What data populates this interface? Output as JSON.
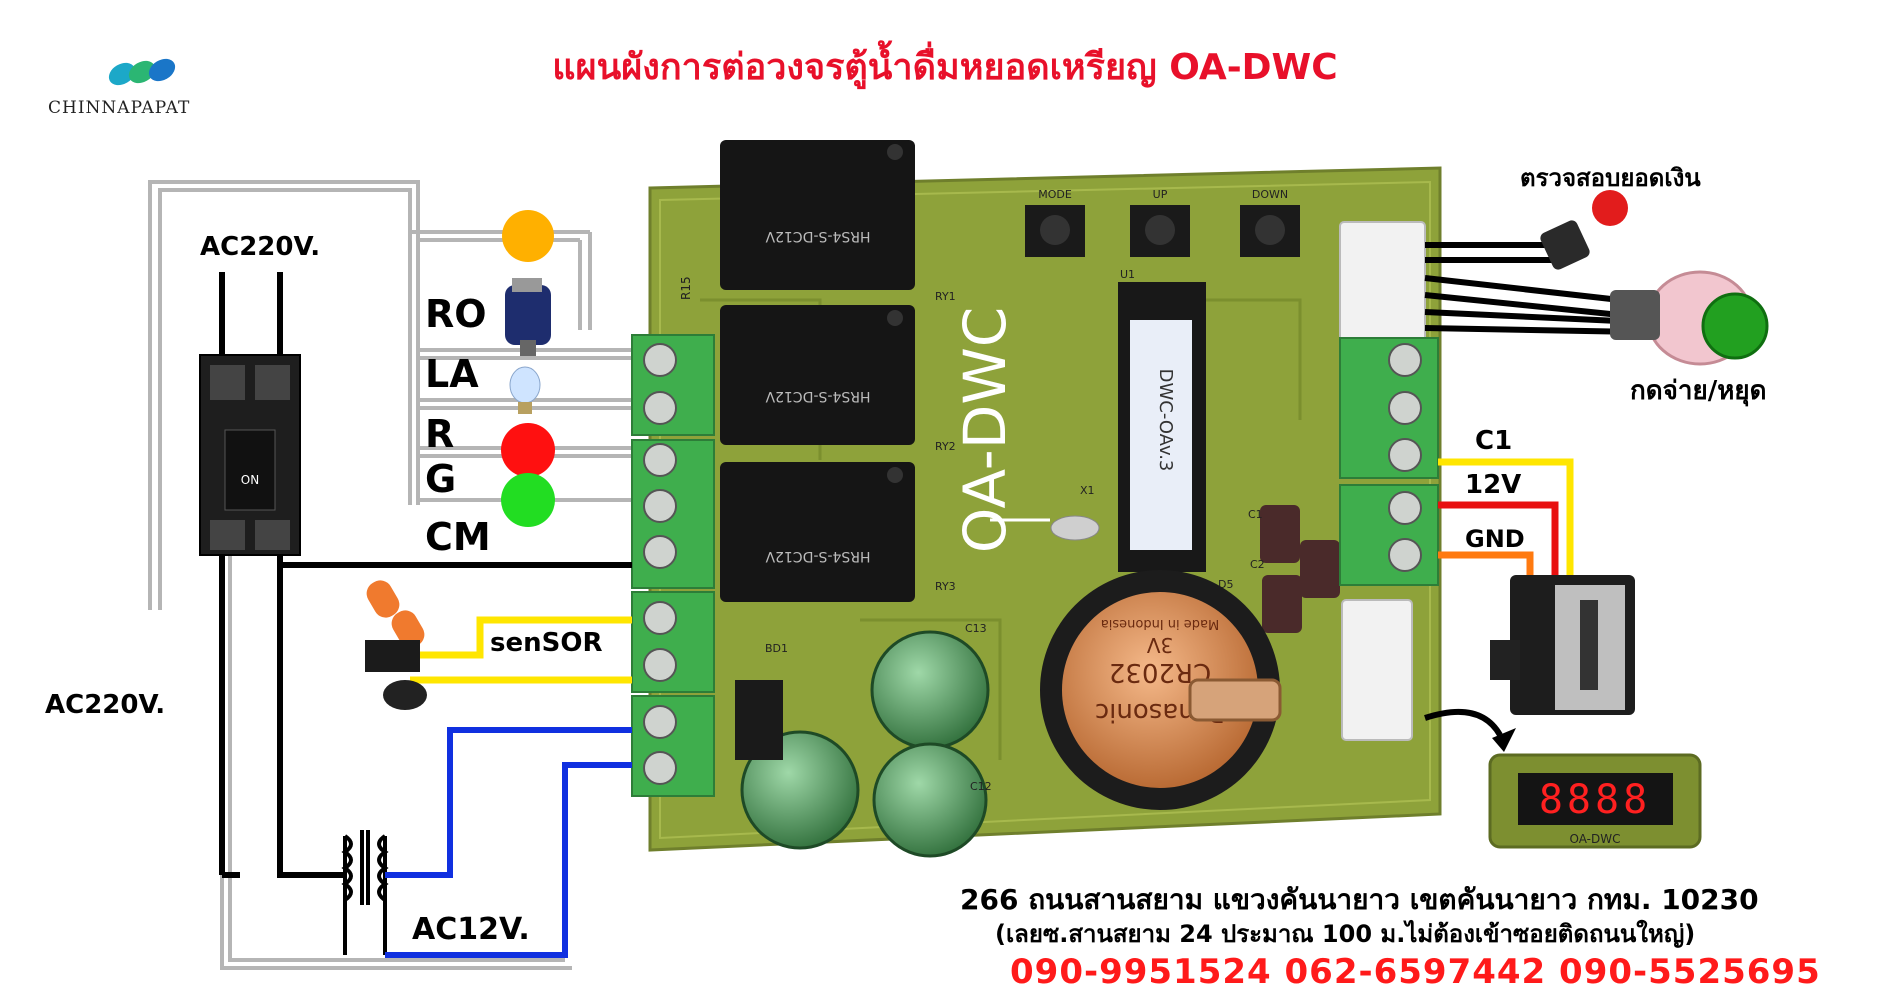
{
  "title": "แผนผังการต่อวงจรตู้น้ำดื่มหยอดเหรียญ OA-DWC",
  "brand": "CHINNAPAPAT",
  "labels": {
    "ac220_top": "AC220V.",
    "ac220_left": "AC220V.",
    "ac12": "AC12V.",
    "ro": "RO",
    "la": "LA",
    "r": "R",
    "g": "G",
    "cm": "CM",
    "sensor": "senSOR",
    "c1": "C1",
    "v12": "12V",
    "gnd": "GND",
    "check_balance": "ตรวจสอบยอดเงิน",
    "press_dispense": "กดจ่าย/หยุด"
  },
  "board": {
    "name": "OA-DWC",
    "chip": "DWC-OAv.3",
    "buttons": [
      "MODE",
      "UP",
      "DOWN"
    ],
    "relay_text": "HRS4-S-DC12V",
    "relay_ids": [
      "RY1",
      "RY2",
      "RY3"
    ],
    "battery_brand": "Panasonic",
    "battery_model": "CR2032",
    "battery_voltage": "3V",
    "battery_note": "Made in Indonesia",
    "parts": [
      "R15",
      "U1",
      "X1",
      "C1",
      "C2",
      "D5",
      "C13",
      "C12",
      "BD1"
    ],
    "breaker_label": "ON",
    "display_text": "8888",
    "display_brand": "OA-DWC"
  },
  "address": {
    "line1": "266 ถนนสานสยาม แขวงคันนายาว เขตคันนายาว กทม. 10230",
    "line2": "(เลยซ.สานสยาม 24 ประมาณ 100 ม.ไม่ต้องเข้าซอยติดถนนใหญ่)",
    "phones": "090-9951524 062-6597442  090-5525695"
  },
  "colors": {
    "title": "#e8102a",
    "board": "#8ea23a",
    "terminal": "#3fae4d",
    "wire_blue": "#1030e0",
    "wire_yellow": "#ffe600",
    "wire_red": "#e81010",
    "wire_orange": "#ff7a10",
    "lamp_orange": "#ffb000",
    "lamp_red": "#ff1010",
    "lamp_green": "#22dd22"
  }
}
